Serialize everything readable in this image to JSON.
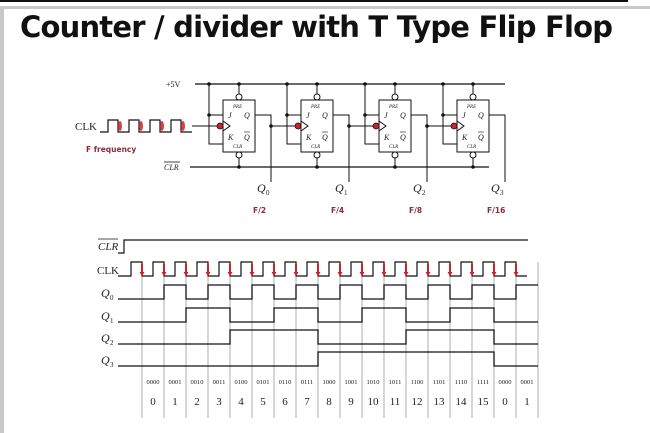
{
  "title": "Counter / divider with T Type Flip Flop",
  "circuit": {
    "supply_label": "+5V",
    "clk_label": "CLK",
    "input_frequency_label": "F frequency",
    "clear_label": "CLR",
    "flip_flops": [
      {
        "pre": "PRE",
        "j": "J",
        "k": "K",
        "q": "Q",
        "qbar": "Q̄",
        "clr": "CLR",
        "output": "Q",
        "output_sub": "0",
        "frequency": "F/2"
      },
      {
        "pre": "PRE",
        "j": "J",
        "k": "K",
        "q": "Q",
        "qbar": "Q̄",
        "clr": "CLR",
        "output": "Q",
        "output_sub": "1",
        "frequency": "F/4"
      },
      {
        "pre": "PRE",
        "j": "J",
        "k": "K",
        "q": "Q",
        "qbar": "Q̄",
        "clr": "CLR",
        "output": "Q",
        "output_sub": "2",
        "frequency": "F/8"
      },
      {
        "pre": "PRE",
        "j": "J",
        "k": "K",
        "q": "Q",
        "qbar": "Q̄",
        "clr": "CLR",
        "output": "Q",
        "output_sub": "3",
        "frequency": "F/16"
      }
    ]
  },
  "timing": {
    "signals": [
      {
        "name": "CLR",
        "overline": true
      },
      {
        "name": "CLK",
        "overline": false
      },
      {
        "name": "Q",
        "sub": "0"
      },
      {
        "name": "Q",
        "sub": "1"
      },
      {
        "name": "Q",
        "sub": "2"
      },
      {
        "name": "Q",
        "sub": "3"
      }
    ],
    "states_binary": [
      "0000",
      "0001",
      "0010",
      "0011",
      "0100",
      "0101",
      "0110",
      "0111",
      "1000",
      "1001",
      "1010",
      "1011",
      "1100",
      "1101",
      "1110",
      "1111",
      "0000",
      "0001"
    ],
    "states_decimal": [
      "0",
      "1",
      "2",
      "3",
      "4",
      "5",
      "6",
      "7",
      "8",
      "9",
      "10",
      "11",
      "12",
      "13",
      "14",
      "15",
      "0",
      "1"
    ]
  },
  "colors": {
    "line": "#111111",
    "edge_marker": "#d0202a",
    "frequency_text": "#8b2a3a"
  }
}
